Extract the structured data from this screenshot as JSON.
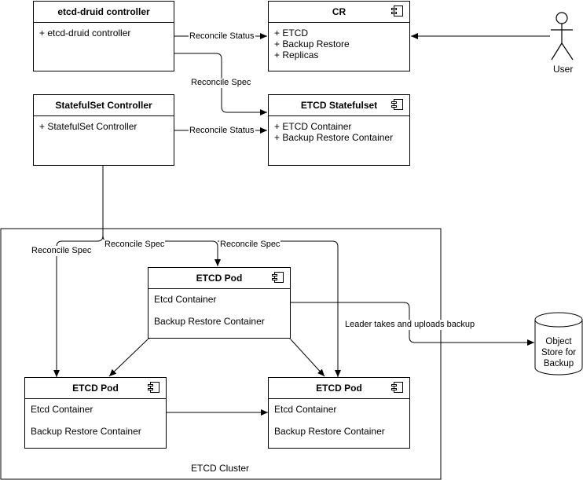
{
  "cluster": {
    "label": "ETCD Cluster"
  },
  "boxes": {
    "druid": {
      "title": "etcd-druid controller",
      "items": [
        "+ etcd-druid controller"
      ]
    },
    "cr": {
      "title": "CR",
      "items": [
        "+ ETCD",
        "+ Backup Restore",
        "+ Replicas"
      ]
    },
    "sts_ctrl": {
      "title": "StatefulSet Controller",
      "items": [
        "+ StatefulSet Controller"
      ]
    },
    "sts": {
      "title": "ETCD Statefulset",
      "items": [
        "+ ETCD Container",
        "+ Backup Restore Container"
      ]
    },
    "pod_top": {
      "title": "ETCD Pod",
      "items": [
        "Etcd Container",
        "Backup Restore Container"
      ]
    },
    "pod_left": {
      "title": "ETCD Pod",
      "items": [
        "Etcd Container",
        "Backup Restore Container"
      ]
    },
    "pod_right": {
      "title": "ETCD Pod",
      "items": [
        "Etcd Container",
        "Backup Restore Container"
      ]
    }
  },
  "user": {
    "label": "User",
    "icon": "user-actor-icon"
  },
  "object_store": {
    "lines": [
      "Object",
      "Store for",
      "Backup"
    ],
    "icon": "database-cylinder-icon"
  },
  "edges": {
    "reconcile_status_1": "Reconcile Status",
    "reconcile_spec_1": "Reconcile Spec",
    "reconcile_status_2": "Reconcile Status",
    "reconcile_spec_left": "Reconcile Spec",
    "reconcile_spec_mid": "Reconcile Spec",
    "reconcile_spec_right": "Reconcile Spec",
    "leader_backup": "Leader takes and uploads backup"
  }
}
